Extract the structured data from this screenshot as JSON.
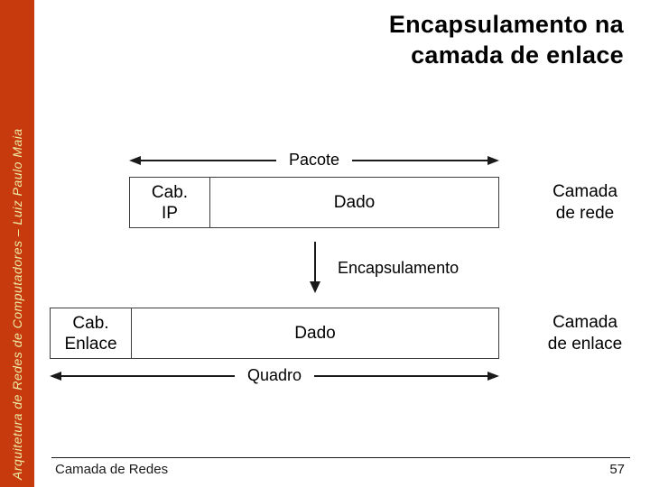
{
  "sidebar": {
    "text": "Arquitetura de Redes de Computadores – Luiz Paulo Maia",
    "bg_color": "#C63A0D",
    "text_color": "#EDEBA6"
  },
  "title": {
    "line1": "Encapsulamento na",
    "line2": "camada de enlace",
    "color": "#000000"
  },
  "diagram": {
    "pacote_arrow_label": "Pacote",
    "network_box": {
      "header_line1": "Cab.",
      "header_line2": "IP",
      "payload_label": "Dado"
    },
    "network_layer_label": {
      "line1": "Camada",
      "line2": "de rede"
    },
    "encapsulation_label": "Encapsulamento",
    "link_box": {
      "header_line1": "Cab.",
      "header_line2": "Enlace",
      "payload_label": "Dado"
    },
    "link_layer_label": {
      "line1": "Camada",
      "line2": "de enlace"
    },
    "quadro_arrow_label": "Quadro"
  },
  "footer": {
    "section_label": "Camada de Redes",
    "page_number": "57"
  }
}
